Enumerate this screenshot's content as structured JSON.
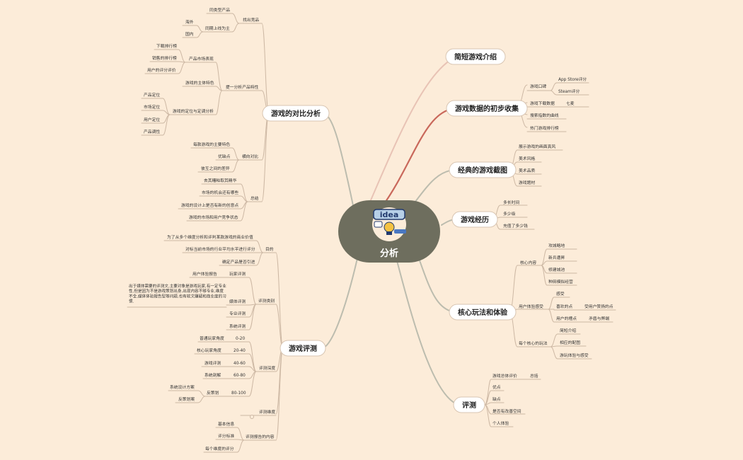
{
  "center": {
    "label": "分析",
    "logo_text": "idea"
  },
  "colors": {
    "background": "#fcecd9",
    "center_fill": "#6e6e5e",
    "center_text": "#ffffff",
    "pill_fill": "#ffffff",
    "pill_border": "#d9c6b3",
    "text": "#333333"
  },
  "branches": {
    "b1": {
      "label": "简短游戏介绍"
    },
    "b2": {
      "label": "游戏数据的初步收集",
      "items": [
        "游戏口碑",
        "App Store评分",
        "Steam评分",
        "游戏下载数据",
        "七麦",
        "搜索指数的曲线",
        "热门游戏排行榜"
      ]
    },
    "b3": {
      "label": "经典的游戏截图",
      "items": [
        "展示游戏的画面真风",
        "美术风格",
        "美术品质",
        "游戏题材"
      ]
    },
    "b4": {
      "label": "游戏经历",
      "items": [
        "多长时间",
        "多少级",
        "充值了多少钱"
      ]
    },
    "b5": {
      "label": "核心玩法和体验",
      "items": [
        "核心内容",
        "攻城略地",
        "新兵遭昇",
        "修建城池",
        "种田模拟经营",
        "用户体验感受",
        "感受",
        "喜欢的点",
        "受用户赞扬的点",
        "用户的槽点",
        "矛盾与弊端",
        "每个核心的玩法",
        "简短介绍",
        "相应的配图",
        "游玩体验与感受"
      ]
    },
    "b6": {
      "label": "评测",
      "items": [
        "游戏总体评价",
        "总括",
        "优点",
        "缺点",
        "是否有改善空间",
        "个人体验"
      ]
    },
    "b7": {
      "label": "游戏的对比分析",
      "items": [
        "找出竞品",
        "同类型产品",
        "同期上线为主",
        "海外",
        "国内",
        "提一分析产品特性",
        "产品市场表现",
        "下载排行榜",
        "销售的排行榜",
        "用户的评分评价",
        "游戏的主体特色",
        "游戏的定位与定调分析",
        "产品定位",
        "市场定位",
        "用户定位",
        "产品调性",
        "横向对比",
        "每款游戏的主要特色",
        "优缺点",
        "彼互之间的差异",
        "总结",
        "去其糟粕取其精华",
        "市场的机会还有哪些",
        "游戏的设计上是否有新的创意点",
        "游戏的市场和用户竞争状态"
      ]
    },
    "b8": {
      "label": "游戏评测",
      "items": [
        "目的",
        "为了从多个维度分析和评判某款游戏的商业价值",
        "对标当前市场的行业平均水平进行评分",
        "确定产品是否引进",
        "评测类别",
        "玩家评测",
        "用户体验报告",
        "媒体评测",
        "出于媒体需要的评测文,主要对象是游戏玩家,有一定专业性,但是因为不是游戏策划出身,出现内容不够专业,维度不全,媒体体验报告型等问题,也有软文嫌疑和商业度的习惯.",
        "专业评测",
        "系统评测",
        "评测深度",
        "普通玩家角度",
        "0-20",
        "核心玩家角度",
        "20-40",
        "游戏评测",
        "40-60",
        "系统剖解",
        "60-80",
        "反策划",
        "80-100",
        "系统设计方案",
        "反策划案",
        "评测维度",
        "评测报告的内容",
        "基本信息",
        "评分标准",
        "每个维度的评分"
      ]
    }
  }
}
